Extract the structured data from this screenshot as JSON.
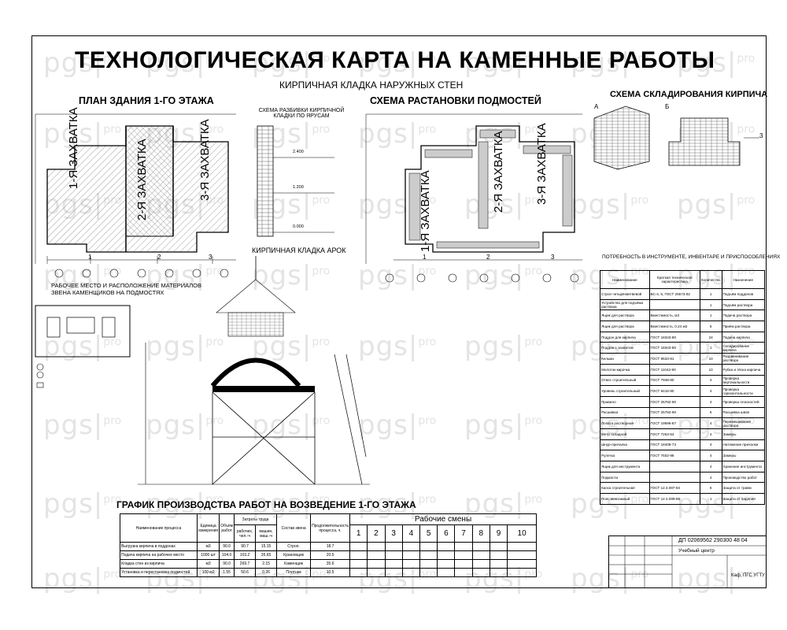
{
  "watermark": {
    "text": "pgs",
    "suffix": "pro"
  },
  "title": "ТЕХНОЛОГИЧЕСКАЯ КАРТА НА КАМЕННЫЕ РАБОТЫ",
  "subtitle": "КИРПИЧНАЯ КЛАДКА НАРУЖНЫХ СТЕН",
  "plan": {
    "title": "ПЛАН ЗДАНИЯ 1-ГО ЭТАЖА",
    "zones": [
      "1-Я ЗАХВАТКА",
      "2-Я ЗАХВАТКА",
      "3-Я ЗАХВАТКА"
    ],
    "axes": [
      "1",
      "2",
      "3"
    ]
  },
  "scaffold_plan": {
    "title": "СХЕМА РАСТАНОВКИ ПОДМОСТЕЙ",
    "zones": [
      "1-Я ЗАХВАТКА",
      "2-Я ЗАХВАТКА",
      "3-Я ЗАХВАТКА"
    ],
    "axes": [
      "1",
      "2",
      "3"
    ]
  },
  "tiers": {
    "title": "СХЕМА РАЗБИВКИ КИРПИЧНОЙ КЛАДКИ ПО ЯРУСАМ",
    "marks": [
      "2.400",
      "1.200",
      "0.000"
    ]
  },
  "storage": {
    "title": "СХЕМА СКЛАДИРОВАНИЯ КИРПИЧА",
    "labels": [
      "А",
      "Б",
      "3"
    ]
  },
  "arch": {
    "title": "КИРПИЧНАЯ КЛАДКА АРОК"
  },
  "workplace": {
    "title": "РАБОЧЕЕ МЕСТО И РАСПОЛОЖЕНИЕ МАТЕРИАЛОВ ЗВЕНА КАМЕНЩИКОВ НА ПОДМОСТЯХ"
  },
  "resources": {
    "title": "ПОТРЕБНОСТЬ В ИНСТРУМЕНТЕ, ИНВЕНТАРЕ И ПРИСПОСОБЛЕНИЯХ",
    "headers": [
      "Наименование",
      "Краткая техническая характеристика",
      "Количество",
      "Назначение"
    ],
    "rows": [
      [
        "Строп четырёхветвевой",
        "ВС-4, 5, ГОСТ 25573-82",
        "1",
        "Подъём поддонов"
      ],
      [
        "Устройство для подъёма раствора",
        "",
        "1",
        "Подъём раствора"
      ],
      [
        "Ящик для раствора",
        "Вместимость, м3",
        "1",
        "Подача раствора"
      ],
      [
        "Ящик для раствора",
        "Вместимость, 0.24 м3",
        "5",
        "Приём раствора"
      ],
      [
        "Поддон для кирпича",
        "ГОСТ 18343-80",
        "24",
        "Подача кирпича"
      ],
      [
        "Поддон с захватом",
        "ГОСТ 18343-80",
        "1",
        "Складирование кирпича"
      ],
      [
        "Кельма",
        "ГОСТ 9533-81",
        "10",
        "Разравнивание раствора"
      ],
      [
        "Молоток-кирочка",
        "ГОСТ 11042-90",
        "10",
        "Рубка и тёска кирпича"
      ],
      [
        "Отвес строительный",
        "ГОСТ 7948-80",
        "4",
        "Проверка вертикальности"
      ],
      [
        "Уровень строительный",
        "ГОСТ 9416-90",
        "4",
        "Проверка горизонтальности"
      ],
      [
        "Правило",
        "ГОСТ 25782-90",
        "4",
        "Проверка плоскостей"
      ],
      [
        "Расшивка",
        "ГОСТ 25782-90",
        "6",
        "Расшивка швов"
      ],
      [
        "Лопата растворная",
        "ГОСТ 19596-87",
        "4",
        "Перемешивание раствора"
      ],
      [
        "Метр складной",
        "ГОСТ 7253-54",
        "4",
        "Замеры"
      ],
      [
        "Шнур-причалка",
        "ГОСТ 18408-73",
        "4",
        "Натяжение причалки"
      ],
      [
        "Рулетка",
        "ГОСТ 7502-98",
        "4",
        "Замеры"
      ],
      [
        "Ящик для инструмента",
        "",
        "4",
        "Хранение инструмента"
      ],
      [
        "Подмости",
        "",
        "4",
        "Производство работ"
      ],
      [
        "Каска строительная",
        "ГОСТ 12.4.087-84",
        "6",
        "Защита от травм"
      ],
      [
        "Пояс монтажный",
        "ГОСТ 12.4.089-86",
        "1",
        "Защита от падения"
      ]
    ]
  },
  "schedule": {
    "title": "ГРАФИК ПРОИЗВОДСТВА РАБОТ НА ВОЗВЕДЕНИЕ 1-ГО ЭТАЖА",
    "headers": {
      "name": "Наименование процесса",
      "unit": "Единица измерения",
      "volume": "Объём работ",
      "labor": "Затраты труда",
      "labor_workers": "рабочих, чел.-ч",
      "labor_machine": "машин, маш.-ч",
      "crew": "Состав звена",
      "duration": "Продолжительность процесса, ч.",
      "shifts": "Рабочие смены"
    },
    "shift_numbers": [
      "1",
      "2",
      "3",
      "4",
      "5",
      "6",
      "7",
      "8",
      "9",
      "10"
    ],
    "rows": [
      [
        "Выгрузка кирпича в поддонах",
        "м3",
        "90.0",
        "90.7",
        "15.15",
        "Строп.",
        "18.7"
      ],
      [
        "Подача кирпича на рабочее место",
        "1000 шт",
        "104.0",
        "103.2",
        "35.65",
        "Крановщик",
        "20.5"
      ],
      [
        "Кладка стен из кирпича",
        "м3",
        "90.0",
        "269.7",
        "2.15",
        "Каменщик",
        "35.6"
      ],
      [
        "Установка и перестановка подмостей",
        "100 м2",
        "1.55",
        "50.6",
        "0.26",
        "Плотник",
        "10.5"
      ]
    ]
  },
  "stamp": {
    "code": "ДП 02069562 290300 48 04",
    "org": "Учебный центр",
    "dept": "Каф. ПГС УГТУ"
  }
}
